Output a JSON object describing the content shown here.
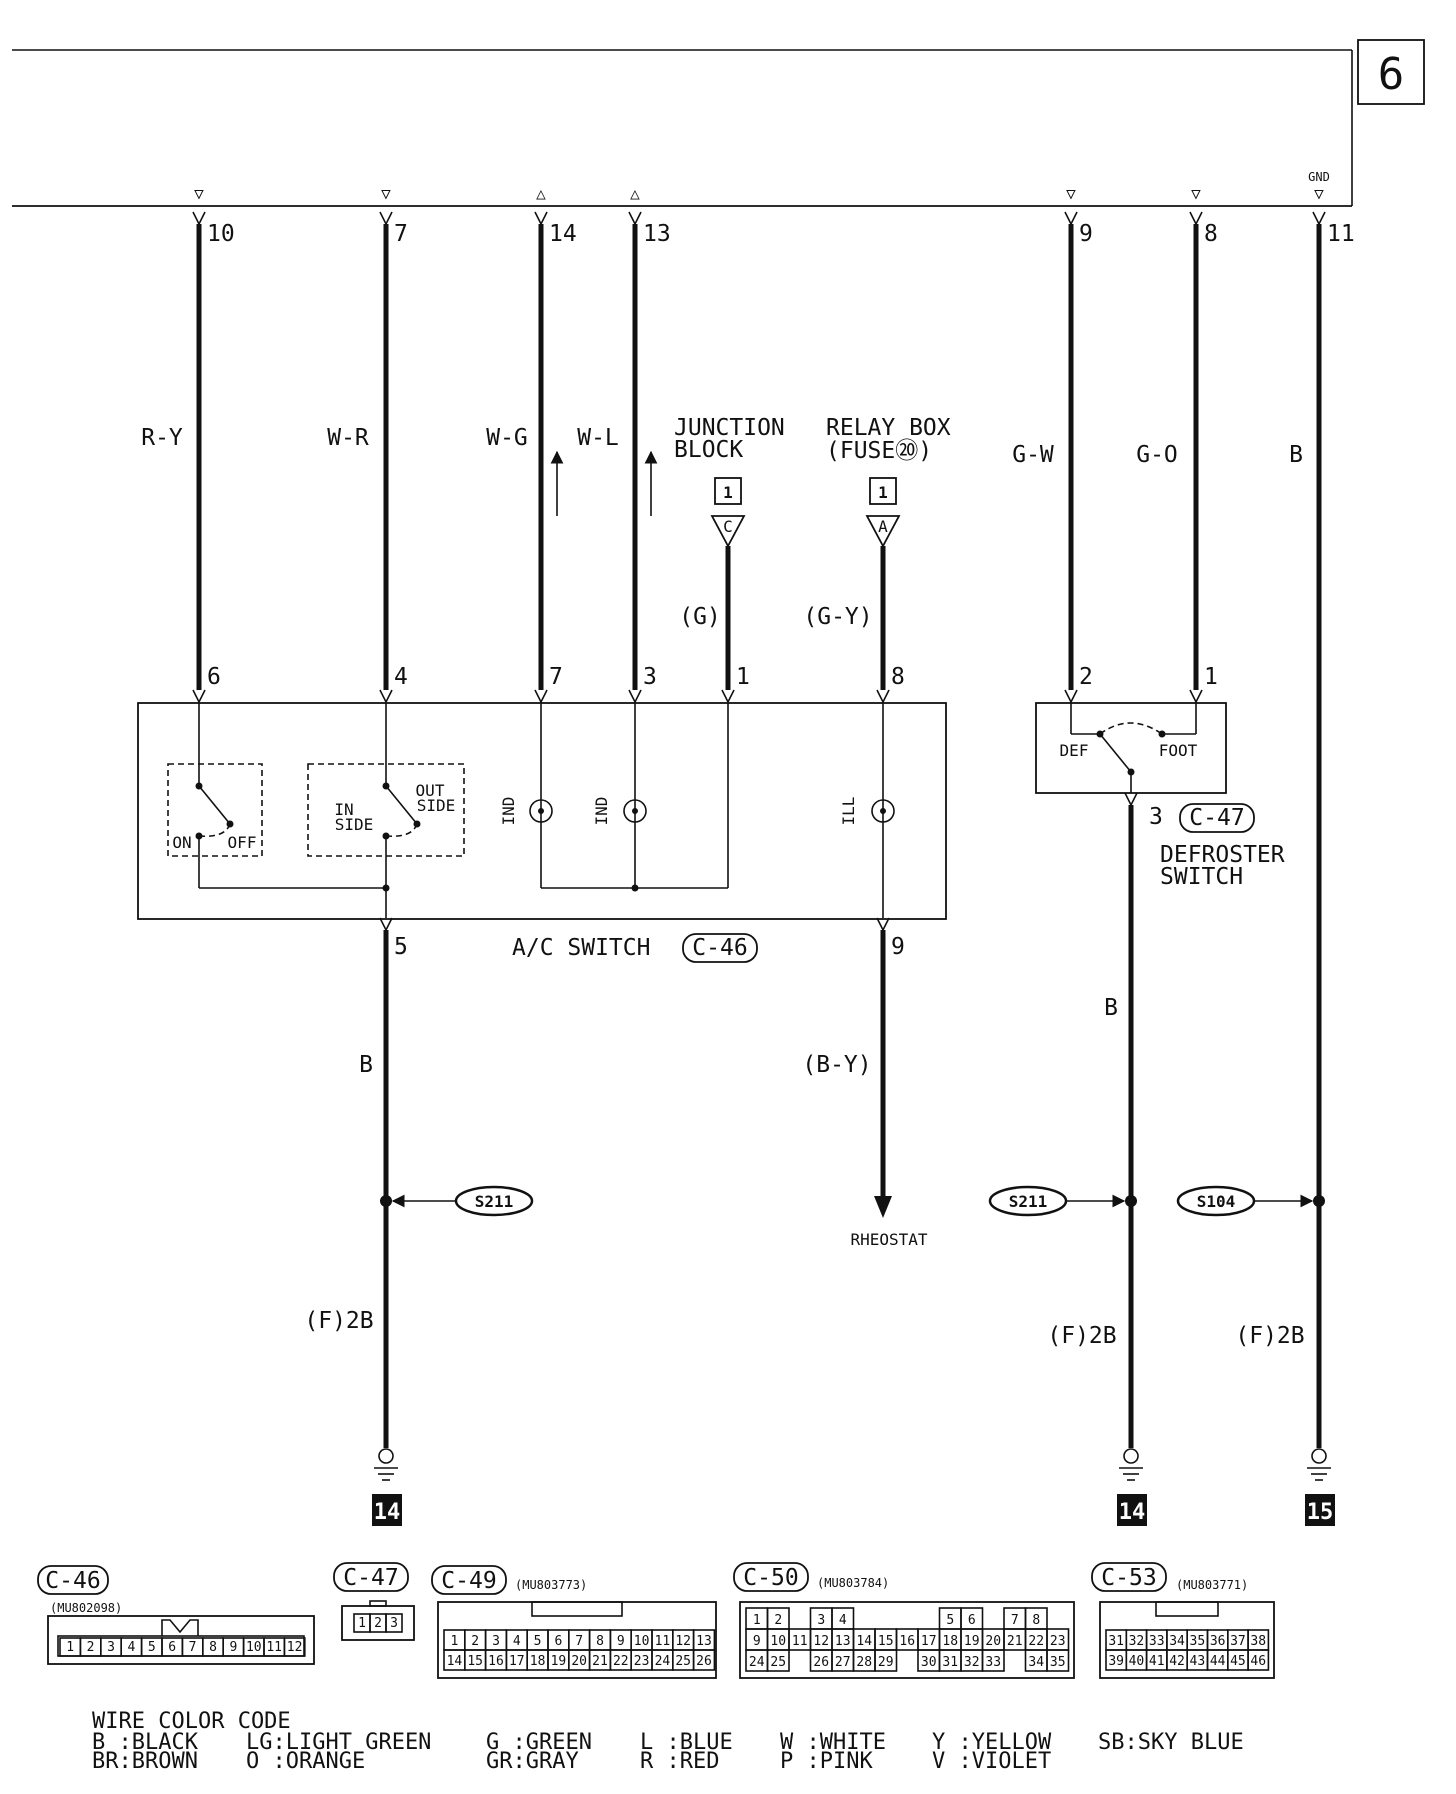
{
  "page_number": "6",
  "top_pins": [
    {
      "num": "10",
      "mark": "▽",
      "wire": "R-Y"
    },
    {
      "num": "7",
      "mark": "▽",
      "wire": "W-R"
    },
    {
      "num": "14",
      "mark": "△",
      "wire": "W-G"
    },
    {
      "num": "13",
      "mark": "△",
      "wire": "W-L"
    },
    {
      "num": "9",
      "mark": "▽",
      "wire": "G-W"
    },
    {
      "num": "8",
      "mark": "▽",
      "wire": "G-O"
    },
    {
      "num": "11",
      "mark": "▽",
      "wire": "B",
      "label": "GND"
    }
  ],
  "junction_block": {
    "title_line1": "JUNCTION",
    "title_line2": "BLOCK",
    "box": "1",
    "terminal": "C",
    "wire": "(G)"
  },
  "relay_box": {
    "title_line1": "RELAY BOX",
    "title_line2": "(FUSE⑳)",
    "box": "1",
    "terminal": "A",
    "wire": "(G-Y)"
  },
  "ac_switch": {
    "name": "A/C SWITCH",
    "connector": "C-46",
    "pins_top": [
      "6",
      "4",
      "7",
      "3",
      "1",
      "8"
    ],
    "pins_bottom": [
      "5",
      "9"
    ],
    "switch1": {
      "on": "ON",
      "off": "OFF"
    },
    "switch2": {
      "in_line1": "IN",
      "in_line2": "SIDE",
      "out_line1": "OUT",
      "out_line2": "SIDE"
    },
    "indicators": [
      "IND",
      "IND",
      "ILL"
    ]
  },
  "defroster_switch": {
    "name_line1": "DEFROSTER",
    "name_line2": "SWITCH",
    "connector": "C-47",
    "pins_top": [
      "2",
      "1"
    ],
    "pin_bottom": "3",
    "def": "DEF",
    "foot": "FOOT"
  },
  "lower_wires": {
    "ac_ground": "B",
    "rheostat_wire": "(B-Y)",
    "defroster_ground": "B"
  },
  "rheostat": "RHEOSTAT",
  "splices": [
    "S211",
    "S211",
    "S104"
  ],
  "ground_wires": [
    "(F)2B",
    "(F)2B",
    "(F)2B"
  ],
  "ground_points": [
    "14",
    "14",
    "15"
  ],
  "connectors": [
    {
      "id": "C-46",
      "part": "(MU802098)",
      "rows": [
        [
          "1",
          "2",
          "3",
          "4",
          "5",
          "6",
          "7",
          "8",
          "9",
          "10",
          "11",
          "12"
        ]
      ]
    },
    {
      "id": "C-47",
      "part": "",
      "rows": [
        [
          "1",
          "2",
          "3"
        ]
      ]
    },
    {
      "id": "C-49",
      "part": "(MU803773)",
      "rows": [
        [
          "1",
          "2",
          "3",
          "4",
          "5",
          "6",
          "7",
          "8",
          "9",
          "10",
          "11",
          "12",
          "13"
        ],
        [
          "14",
          "15",
          "16",
          "17",
          "18",
          "19",
          "20",
          "21",
          "22",
          "23",
          "24",
          "25",
          "26"
        ]
      ]
    },
    {
      "id": "C-50",
      "part": "(MU803784)",
      "rows": [
        [
          "1",
          "2",
          "",
          "3",
          "4",
          "",
          "",
          "",
          "",
          "5",
          "6",
          "",
          "7",
          "8"
        ],
        [
          "9",
          "10",
          "11",
          "12",
          "13",
          "14",
          "15",
          "16",
          "17",
          "18",
          "19",
          "20",
          "21",
          "22",
          "23"
        ],
        [
          "24",
          "25",
          "",
          "26",
          "27",
          "28",
          "29",
          "",
          "30",
          "31",
          "32",
          "33",
          "",
          "34",
          "35"
        ]
      ]
    },
    {
      "id": "C-53",
      "part": "(MU803771)",
      "rows": [
        [
          "31",
          "32",
          "33",
          "34",
          "35",
          "36",
          "37",
          "38"
        ],
        [
          "39",
          "40",
          "41",
          "42",
          "43",
          "44",
          "45",
          "46"
        ]
      ]
    }
  ],
  "wire_color_code": {
    "title": "WIRE COLOR CODE",
    "entries": [
      [
        "B :BLACK",
        "LG:LIGHT GREEN",
        "G :GREEN",
        "L :BLUE",
        "W :WHITE",
        "Y :YELLOW",
        "SB:SKY BLUE"
      ],
      [
        "BR:BROWN",
        "O :ORANGE",
        "GR:GRAY",
        "R :RED",
        "P :PINK",
        "V :VIOLET",
        ""
      ]
    ]
  }
}
